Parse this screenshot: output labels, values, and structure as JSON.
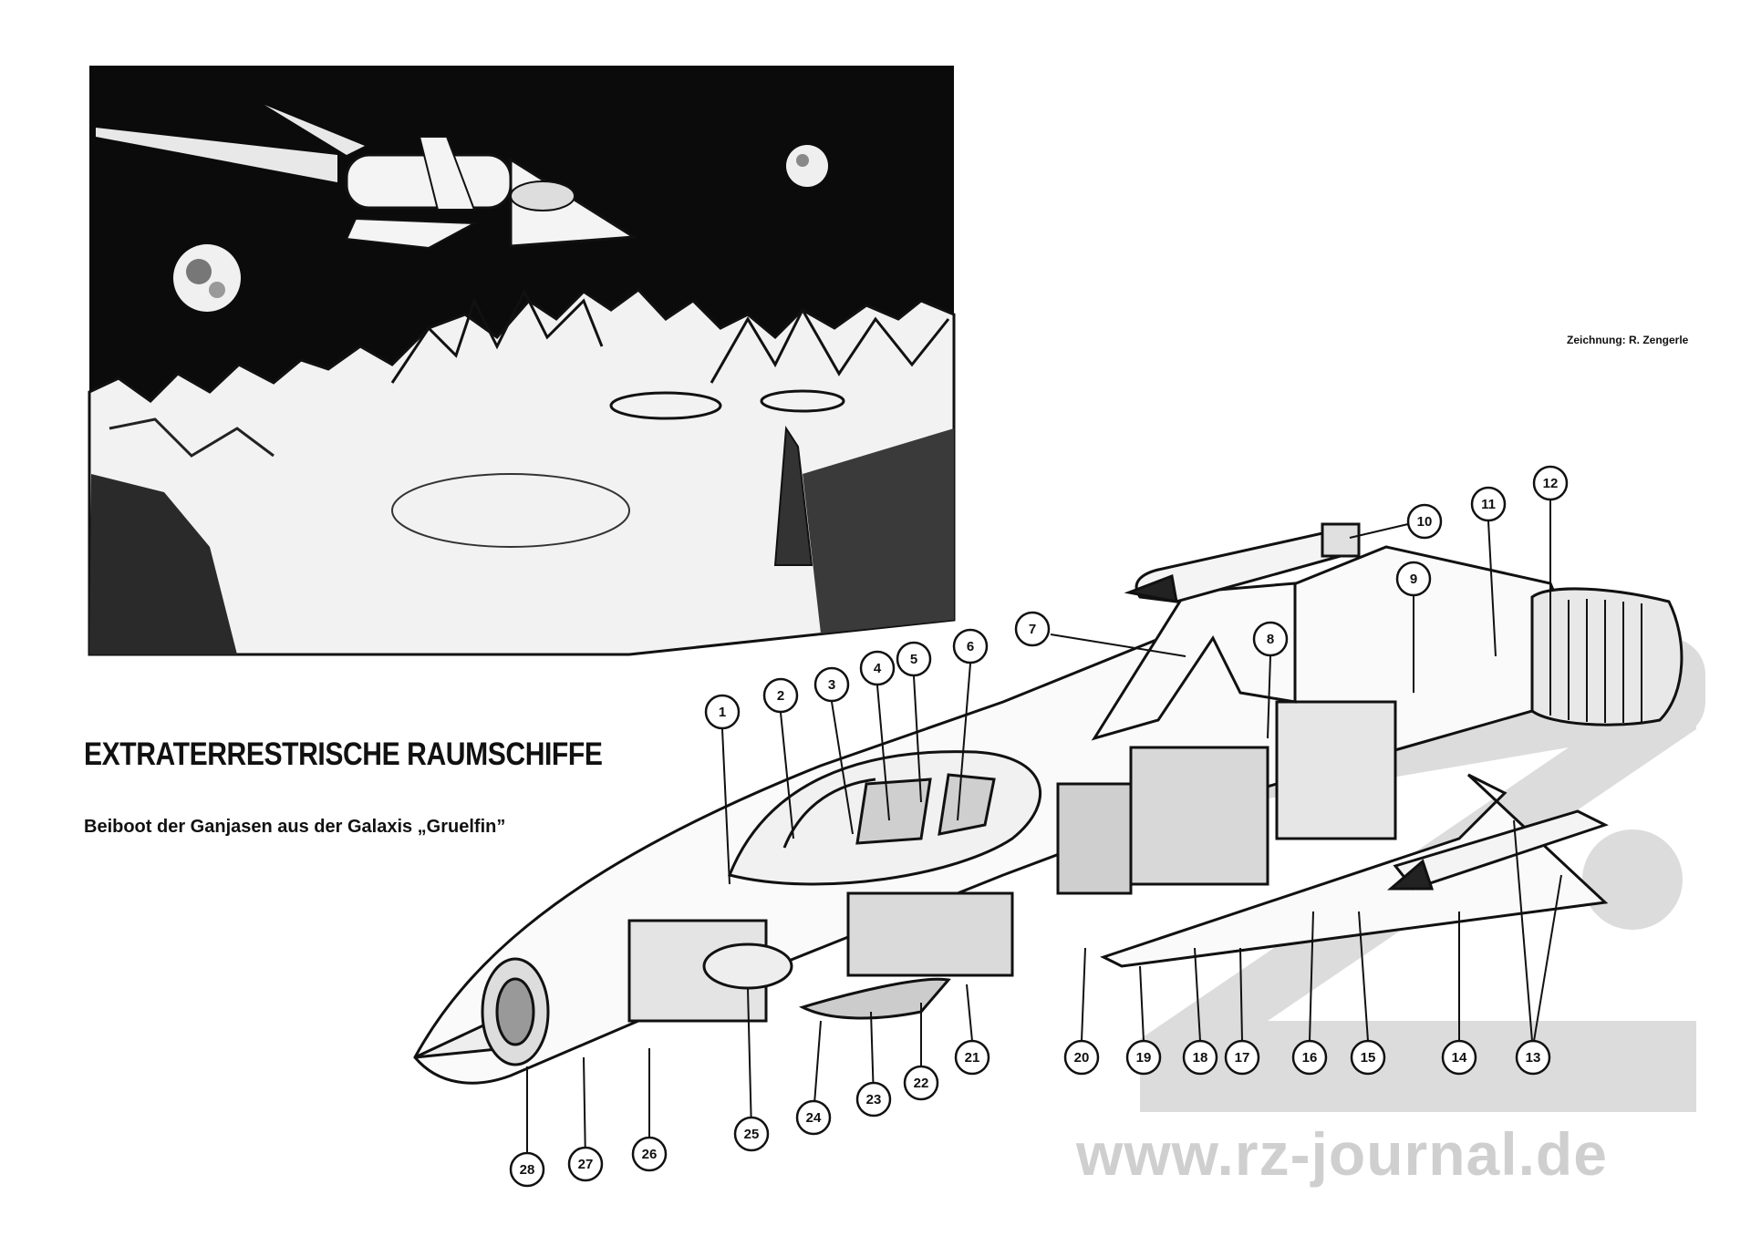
{
  "title": "EXTRATERRESTRISCHE RAUMSCHIFFE",
  "subtitle": "Beiboot der Ganjasen aus der Galaxis „Gruelfin”",
  "credit": "Zeichnung: R. Zengerle",
  "watermark": "www.rz-journal.de",
  "callouts": [
    "1",
    "2",
    "3",
    "4",
    "5",
    "6",
    "7",
    "8",
    "9",
    "10",
    "11",
    "12",
    "13",
    "14",
    "15",
    "16",
    "17",
    "18",
    "19",
    "20",
    "21",
    "22",
    "23",
    "24",
    "25",
    "26",
    "27",
    "28"
  ]
}
